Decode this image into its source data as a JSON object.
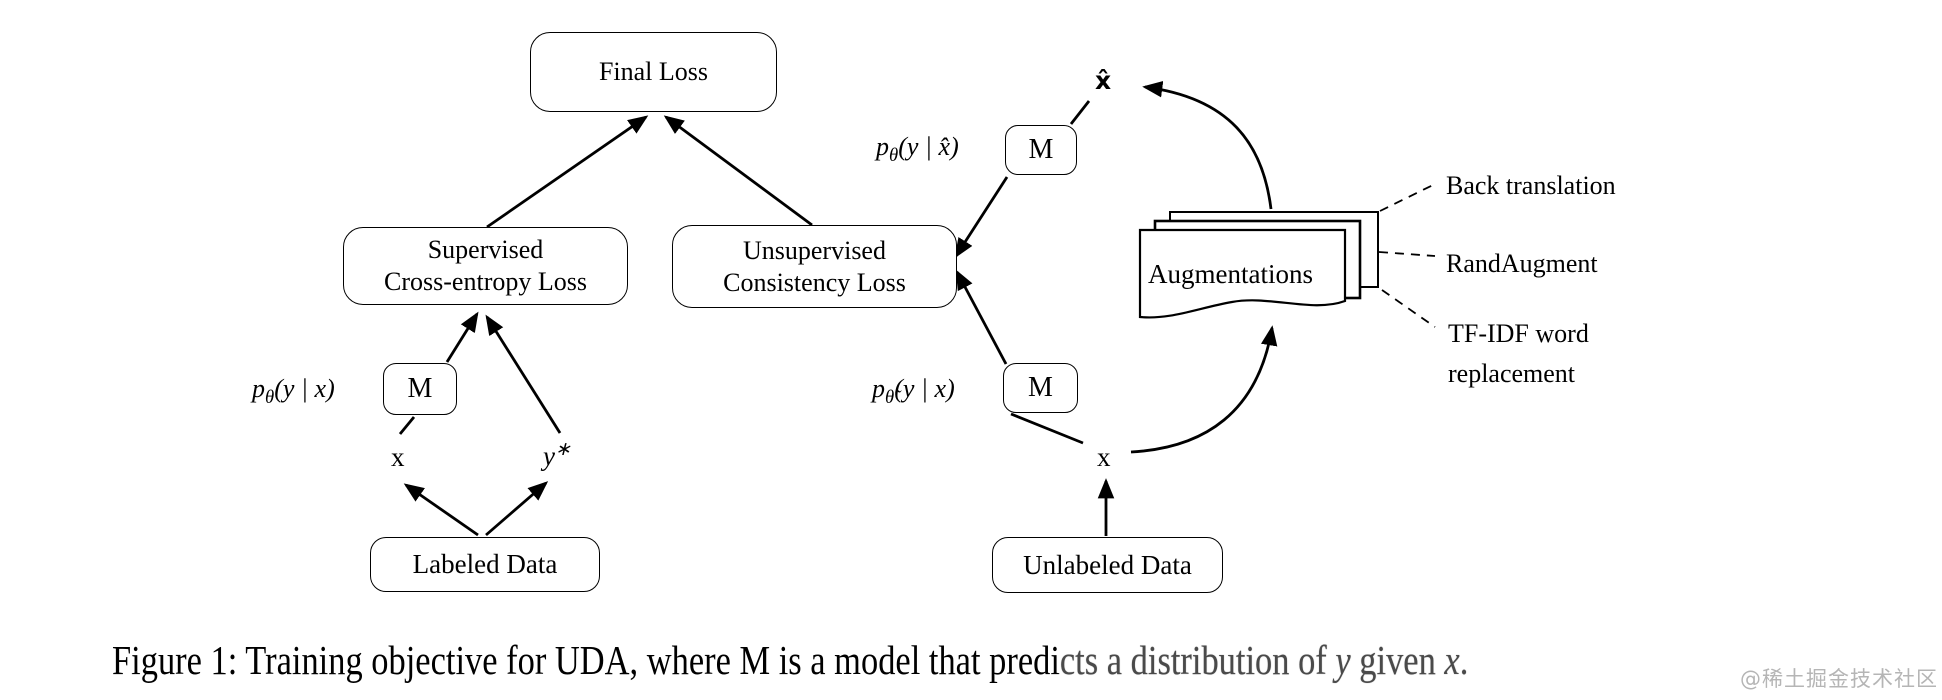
{
  "figure": {
    "nodes": {
      "final_loss": "Final Loss",
      "supervised_loss": "Supervised\nCross-entropy Loss",
      "unsupervised_loss": "Unsupervised\nConsistency Loss",
      "model": "M",
      "labeled_data": "Labeled Data",
      "unlabeled_data": "Unlabeled Data",
      "augmentations": "Augmentations"
    },
    "math_labels": {
      "p_theta_given_x": {
        "p": "p",
        "sub": "θ",
        "args": "(y | x)"
      },
      "p_theta_given_xhat": {
        "p": "p",
        "sub": "θ",
        "args": "(y | x̂)"
      },
      "p_theta_tilde_given_x": {
        "p": "p",
        "sub": "θ̃",
        "args": "(y | x)"
      },
      "x_labeled": "x",
      "y_star": {
        "base": "y",
        "sup": "∗"
      },
      "x_unlabeled": "x",
      "x_hat": "x̂"
    },
    "augmentation_methods": [
      {
        "label": "Back translation"
      },
      {
        "label": "RandAugment"
      },
      {
        "label": "TF-IDF word\nreplacement"
      }
    ]
  },
  "caption": {
    "part_black": "Figure 1: Training objective for UDA, where M is a model that predi",
    "part_faded_1": "cts a distribution of ",
    "math_y": "y",
    "part_faded_2": " given ",
    "math_x": "x",
    "period": "."
  },
  "watermark": "@稀土掘金技术社区",
  "colors": {
    "ink": "#000000",
    "faded_caption": "#4a4a4a",
    "watermark_gray": "#b5b5b5"
  }
}
